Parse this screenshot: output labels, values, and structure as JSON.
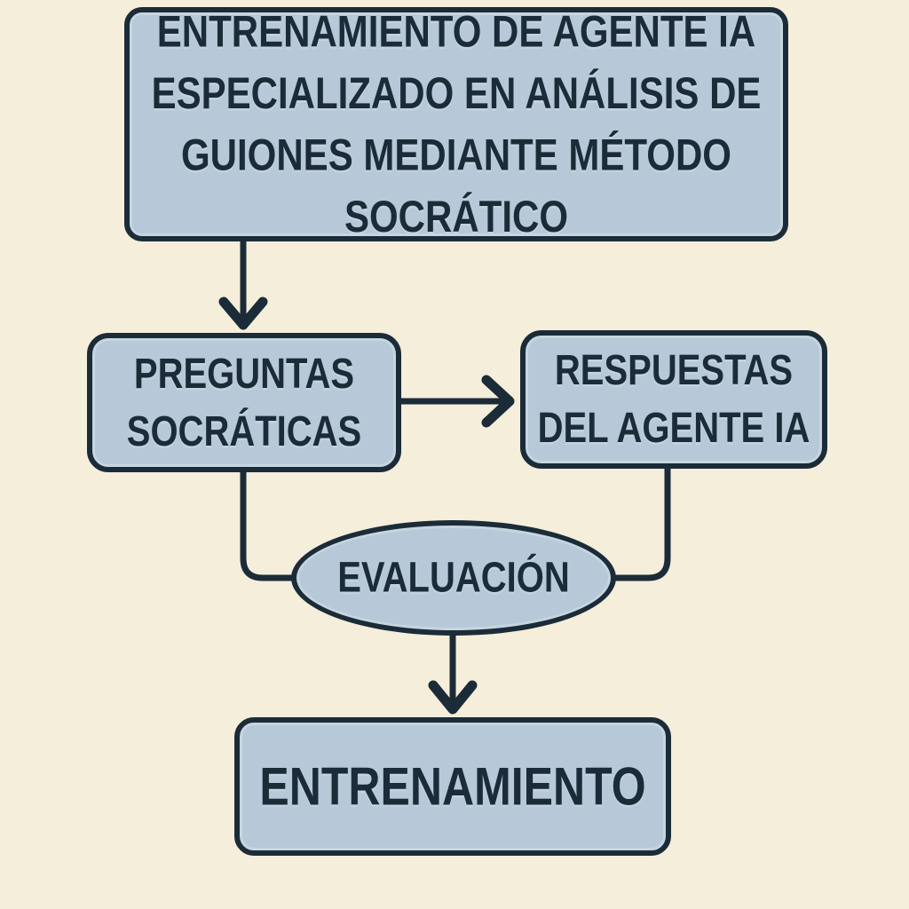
{
  "diagram": {
    "type": "flowchart",
    "background_color": "#f4eedb",
    "node_fill_color": "#b7c9d8",
    "stroke_color": "#1c2b38",
    "text_color": "#1c2b38",
    "nodes": {
      "top": {
        "shape": "rounded-rectangle",
        "lines": [
          "ENTRENAMIENTO DE AGENTE IA",
          "ESPECIALIZADO EN ANÁLISIS DE",
          "GUIONES MEDIANTE MÉTODO",
          "SOCRÁTICO"
        ],
        "full_text": "ENTRENAMIENTO DE AGENTE IA ESPECIALIZADO EN ANÁLISIS DE GUIONES MEDIANTE MÉTODO SOCRÁTICO"
      },
      "preguntas": {
        "shape": "rounded-rectangle",
        "lines": [
          "PREGUNTAS",
          "SOCRÁTICAS"
        ],
        "full_text": "PREGUNTAS SOCRÁTICAS"
      },
      "respuestas": {
        "shape": "rounded-rectangle",
        "lines": [
          "RESPUESTAS",
          "DEL AGENTE IA"
        ],
        "full_text": "RESPUESTAS DEL AGENTE IA"
      },
      "evaluacion": {
        "shape": "ellipse",
        "label": "EVALUACIÓN"
      },
      "entrenamiento": {
        "shape": "rounded-rectangle",
        "label": "ENTRENAMIENTO"
      }
    },
    "edges": [
      {
        "from": "top",
        "to": "preguntas",
        "style": "arrow-down"
      },
      {
        "from": "preguntas",
        "to": "respuestas",
        "style": "arrow-right"
      },
      {
        "from": "preguntas",
        "to": "evaluacion",
        "style": "elbow-line"
      },
      {
        "from": "respuestas",
        "to": "evaluacion",
        "style": "elbow-line"
      },
      {
        "from": "evaluacion",
        "to": "entrenamiento",
        "style": "arrow-down"
      }
    ]
  }
}
